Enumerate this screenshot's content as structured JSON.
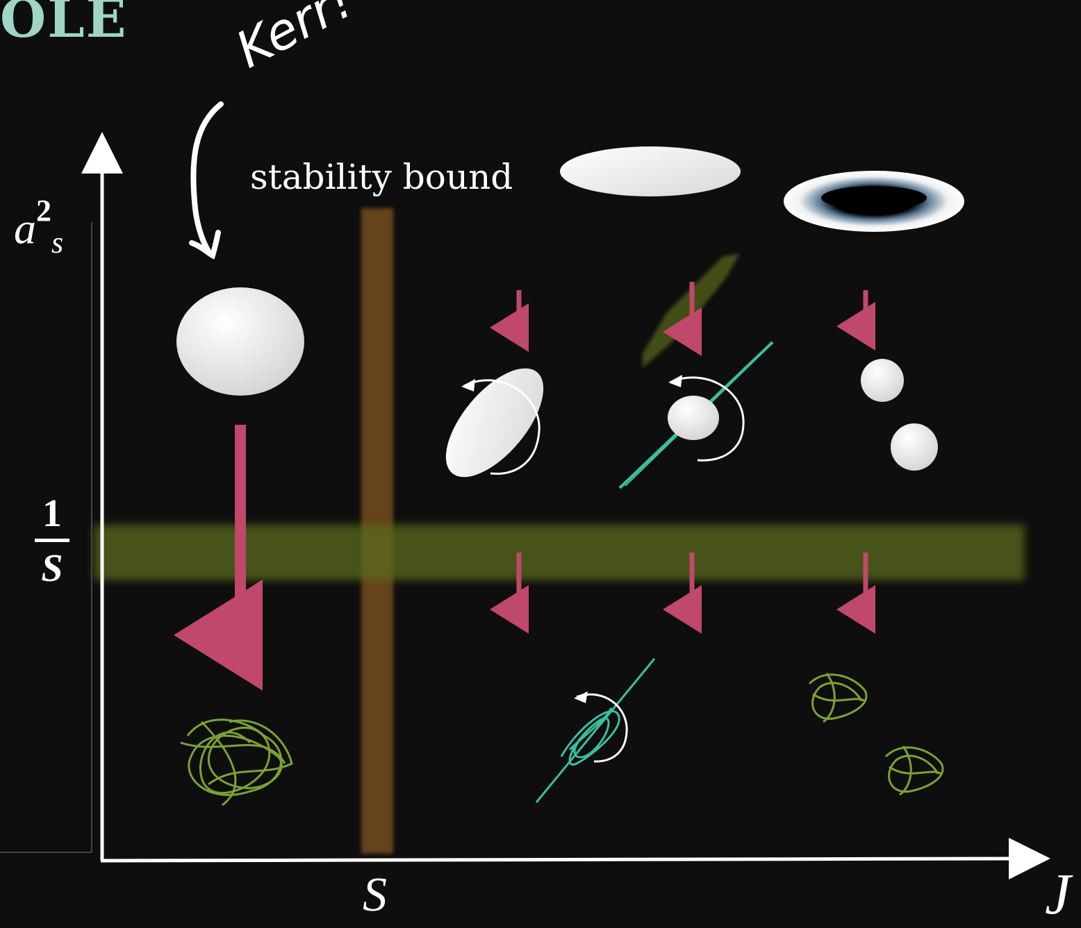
{
  "slide": {
    "title": "OLE",
    "handwritten_note": "Kerr!"
  },
  "axes": {
    "y_label": "a",
    "y_label_sup": "2",
    "y_label_sub": "s",
    "y_tick_num": "1",
    "y_tick_den": "S",
    "x_tick": "S",
    "x_label": "J"
  },
  "annotations": {
    "stability_bound": "stability bound"
  },
  "colors": {
    "background": "#0e0e0e",
    "title": "#9fd4c6",
    "arrow": "#c0486a",
    "stability_band": "#8a5a22",
    "horizontal_band": "#5a6a1e",
    "teal_ring": "#3cbfa0",
    "chaos": "#7ca234"
  }
}
